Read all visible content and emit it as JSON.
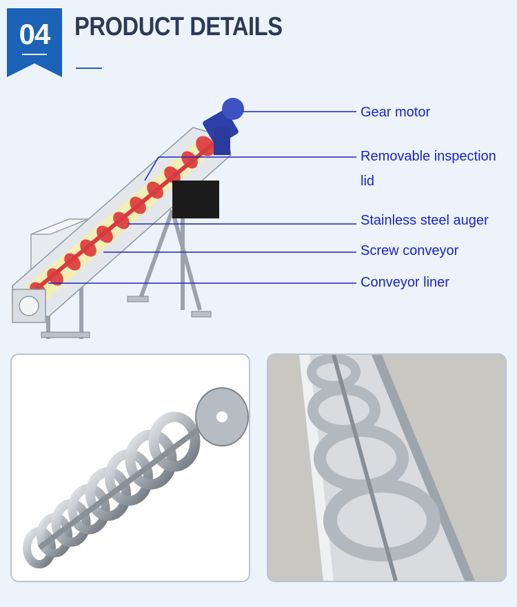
{
  "header": {
    "section_number": "04",
    "title": "PRODUCT DETAILS"
  },
  "callouts": [
    {
      "label": "Gear motor"
    },
    {
      "label": "Removable inspection"
    },
    {
      "label": "lid"
    },
    {
      "label": "Stainless steel auger"
    },
    {
      "label": "Screw conveyor"
    },
    {
      "label": "Conveyor liner"
    }
  ],
  "colors": {
    "badge": "#1a63b6",
    "title": "#2b3a55",
    "callout_text": "#1b22c8",
    "leader_line": "#1b22c8",
    "auger_red": "#e04848",
    "liner_yellow": "#f3efb0",
    "background": "#edf3fa"
  },
  "photos": [
    {
      "icon": "auger-photo"
    },
    {
      "icon": "trough-photo"
    }
  ]
}
